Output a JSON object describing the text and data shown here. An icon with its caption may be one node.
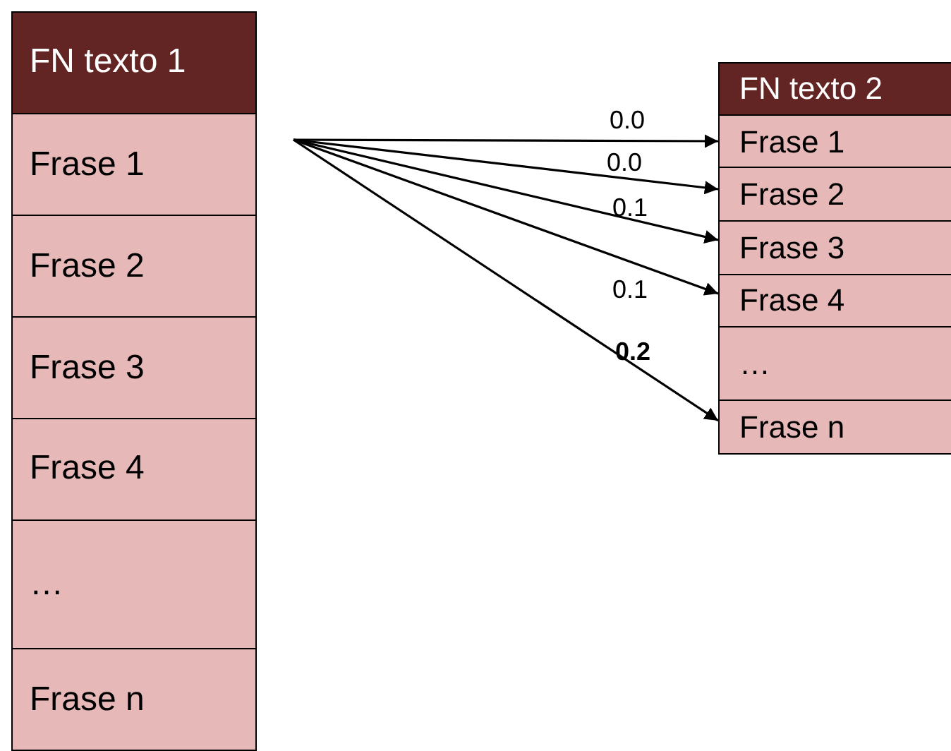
{
  "diagram": {
    "nodes": [
      {
        "text": [
          "FN texto 1"
        ]
      },
      {
        "text": [
          "Frase 1"
        ],
        "in": 0
      },
      {
        "text": [
          "Frase 2"
        ],
        "in": 0
      },
      {
        "text": [
          "Frase 3"
        ],
        "in": 0
      },
      {
        "text": [
          "Frase 4"
        ],
        "in": 0
      },
      {
        "text": [
          "…"
        ],
        "in": 0
      },
      {
        "text": [
          "Frase n"
        ],
        "in": 0
      },
      {
        "text": [
          "FN texto 2"
        ]
      },
      {
        "text": [
          "Frase 1"
        ],
        "in": 7
      },
      {
        "text": [
          "Frase 2"
        ],
        "in": 7
      },
      {
        "text": [
          "Frase 3"
        ],
        "in": 7
      },
      {
        "text": [
          "Frase 4"
        ],
        "in": 7
      },
      {
        "text": [
          "…"
        ],
        "in": 7
      },
      {
        "text": [
          "Frase n"
        ],
        "in": 7
      }
    ],
    "edges": [
      {
        "from": null,
        "to": 8,
        "arrow": "to",
        "label": "0.0"
      },
      {
        "from": null,
        "to": 9,
        "arrow": "to",
        "label": "0.0"
      },
      {
        "from": null,
        "to": 10,
        "arrow": "to",
        "label": "0.1"
      },
      {
        "from": null,
        "to": 11,
        "arrow": "to",
        "label": "0.1"
      },
      {
        "from": null,
        "to": 13,
        "arrow": "to",
        "label": "**0.2**"
      }
    ]
  }
}
